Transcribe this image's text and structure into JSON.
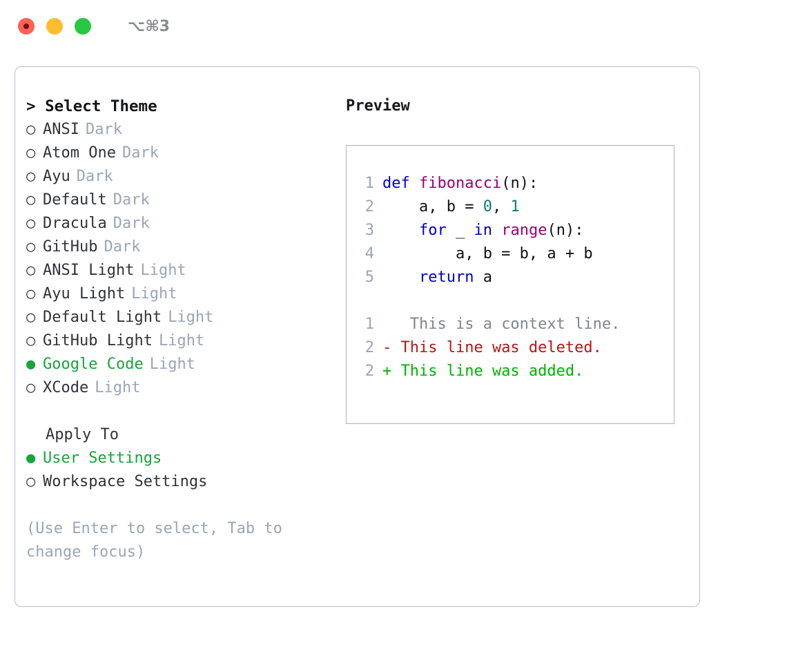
{
  "titlebar": {
    "shortcut": "⌥⌘3",
    "lights": [
      {
        "name": "close",
        "color": "#ff6058"
      },
      {
        "name": "minimize",
        "color": "#febc2e"
      },
      {
        "name": "maximize",
        "color": "#28c840"
      }
    ]
  },
  "theme_picker": {
    "heading": "> Select Theme",
    "bullet_selected": "●",
    "bullet_unselected": "○",
    "items": [
      {
        "name": "ANSI",
        "variant": "Dark",
        "selected": false
      },
      {
        "name": "Atom One",
        "variant": "Dark",
        "selected": false
      },
      {
        "name": "Ayu",
        "variant": "Dark",
        "selected": false
      },
      {
        "name": "Default",
        "variant": "Dark",
        "selected": false
      },
      {
        "name": "Dracula",
        "variant": "Dark",
        "selected": false
      },
      {
        "name": "GitHub",
        "variant": "Dark",
        "selected": false
      },
      {
        "name": "ANSI Light",
        "variant": "Light",
        "selected": false
      },
      {
        "name": "Ayu Light",
        "variant": "Light",
        "selected": false
      },
      {
        "name": "Default Light",
        "variant": "Light",
        "selected": false
      },
      {
        "name": "GitHub Light",
        "variant": "Light",
        "selected": false
      },
      {
        "name": "Google Code",
        "variant": "Light",
        "selected": true
      },
      {
        "name": "XCode",
        "variant": "Light",
        "selected": false
      }
    ]
  },
  "apply_to": {
    "title": "Apply To",
    "options": [
      {
        "label": "User Settings",
        "selected": true
      },
      {
        "label": "Workspace Settings",
        "selected": false
      }
    ]
  },
  "hint": "(Use Enter to select, Tab to change focus)",
  "preview": {
    "title": "Preview",
    "code_lines": [
      {
        "number": "1",
        "tokens": [
          {
            "t": "def ",
            "c": "kw"
          },
          {
            "t": "fibonacci",
            "c": "fn"
          },
          {
            "t": "(n):",
            "c": "pl"
          }
        ]
      },
      {
        "number": "2",
        "tokens": [
          {
            "t": "    a, b = ",
            "c": "pl"
          },
          {
            "t": "0",
            "c": "num"
          },
          {
            "t": ", ",
            "c": "pl"
          },
          {
            "t": "1",
            "c": "num"
          }
        ]
      },
      {
        "number": "3",
        "tokens": [
          {
            "t": "    ",
            "c": "pl"
          },
          {
            "t": "for",
            "c": "kw"
          },
          {
            "t": " _ ",
            "c": "pl"
          },
          {
            "t": "in",
            "c": "kw"
          },
          {
            "t": " ",
            "c": "pl"
          },
          {
            "t": "range",
            "c": "fn"
          },
          {
            "t": "(n):",
            "c": "pl"
          }
        ]
      },
      {
        "number": "4",
        "tokens": [
          {
            "t": "        a, b = b, a + b",
            "c": "pl"
          }
        ]
      },
      {
        "number": "5",
        "tokens": [
          {
            "t": "    ",
            "c": "pl"
          },
          {
            "t": "return",
            "c": "kw"
          },
          {
            "t": " a",
            "c": "pl"
          }
        ]
      }
    ],
    "diff_lines": [
      {
        "number": "1",
        "marker": " ",
        "text": "  This is a context line.",
        "kind": "diff-ctx"
      },
      {
        "number": "2",
        "marker": "-",
        "text": " This line was deleted.",
        "kind": "diff-del"
      },
      {
        "number": "2",
        "marker": "+",
        "text": " This line was added.",
        "kind": "diff-add"
      }
    ]
  },
  "colors": {
    "accent_green": "#17a53a",
    "muted_tag": "#9aa5b8",
    "keyword": "#0000cc",
    "function": "#990073",
    "number": "#0d7a73",
    "diff_add": "#00b300",
    "diff_del": "#bb1414",
    "border": "#a9b3c4"
  }
}
